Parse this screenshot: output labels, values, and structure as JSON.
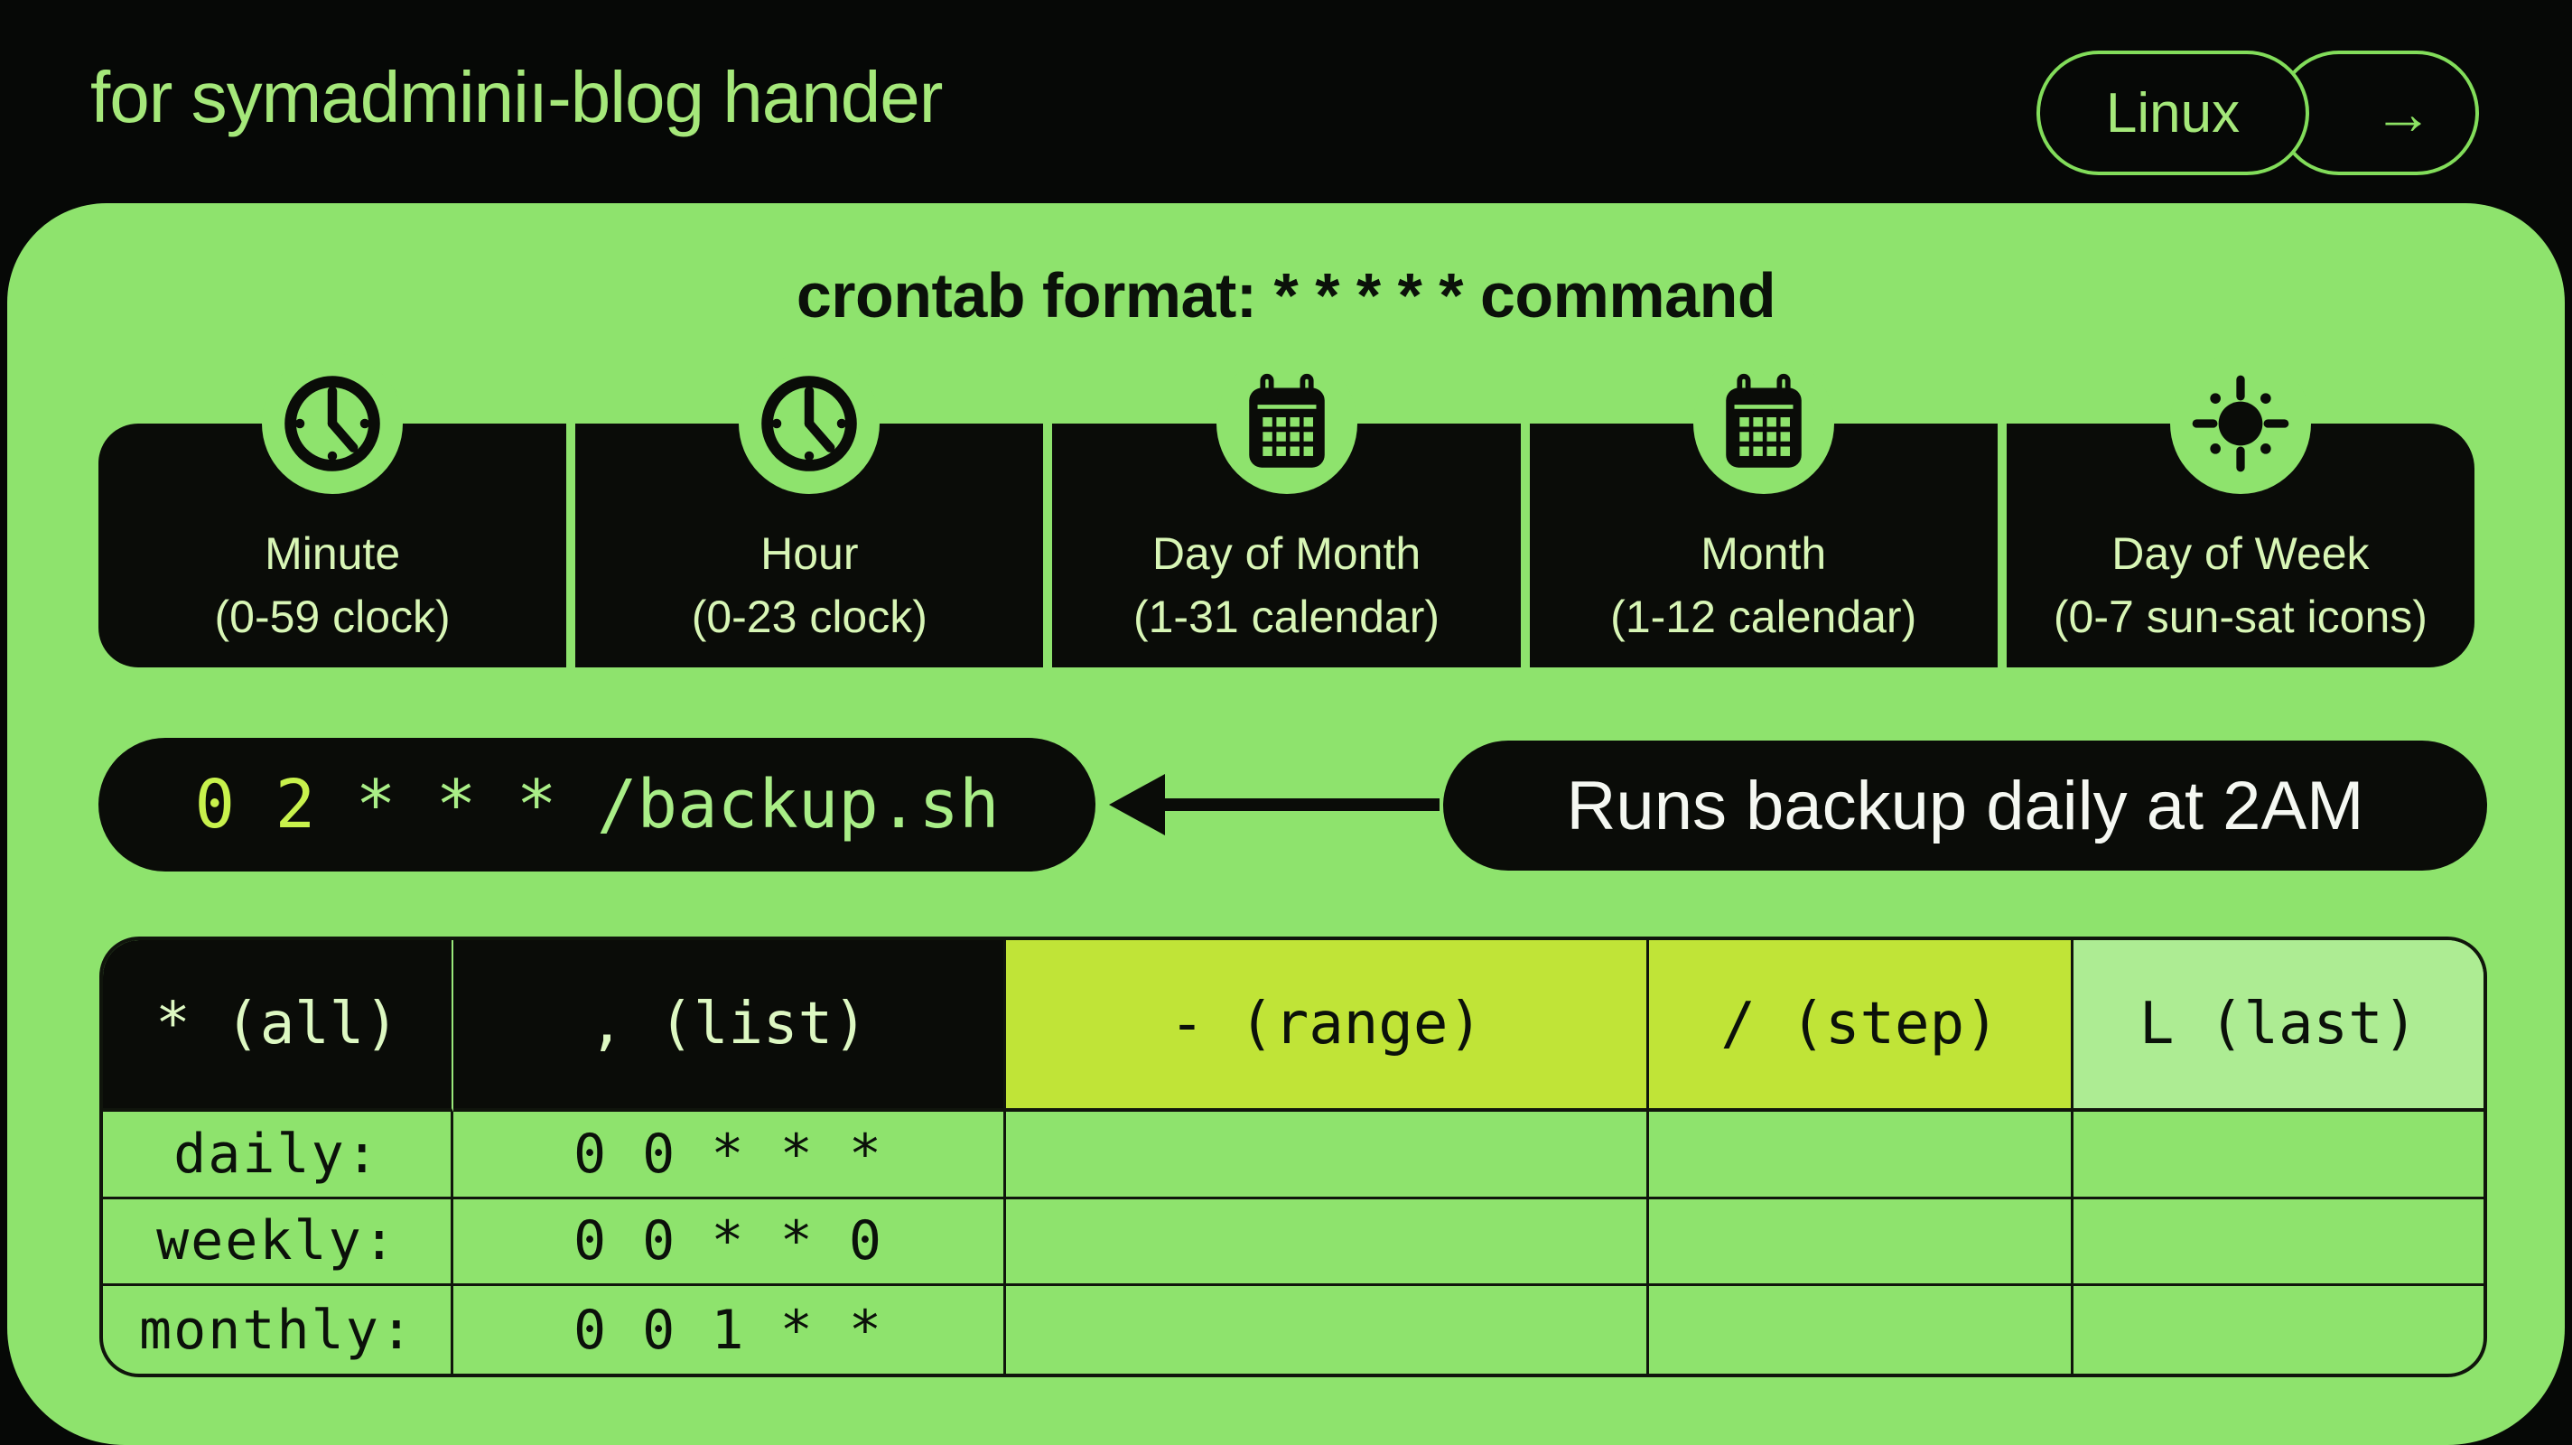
{
  "header": {
    "title": "for symadminiı-blog hander",
    "platform_label": "Linux",
    "arrow_label": "→"
  },
  "panel": {
    "title": "crontab format: * * * * * command"
  },
  "fields": [
    {
      "name": "Minute",
      "range": "(0-59 clock)",
      "icon": "clock-icon"
    },
    {
      "name": "Hour",
      "range": "(0-23 clock)",
      "icon": "clock-icon"
    },
    {
      "name": "Day of Month",
      "range": "(1-31 calendar)",
      "icon": "calendar-icon"
    },
    {
      "name": "Month",
      "range": "(1-12 calendar)",
      "icon": "calendar-icon"
    },
    {
      "name": "Day of Week",
      "range": "(0-7 sun-sat icons)",
      "icon": "sun-icon"
    }
  ],
  "example": {
    "cron_numbers": "0 2 ",
    "cron_rest": "* * * /backup.sh",
    "annotation": "Runs backup daily at 2AM"
  },
  "syntax_table": {
    "headers": [
      {
        "label": "* (all)"
      },
      {
        "label": ", (list)"
      },
      {
        "label": "- (range)"
      },
      {
        "label": "/ (step)"
      },
      {
        "label": "L (last)"
      }
    ],
    "rows": [
      {
        "label": "daily:",
        "value": "0 0 * * *"
      },
      {
        "label": "weekly:",
        "value": "0 0 * * 0"
      },
      {
        "label": "monthly:",
        "value": "0 0 1 * *"
      }
    ]
  },
  "colors": {
    "background": "#060806",
    "panel_green": "#8ee36d",
    "box_black": "#0a0c08",
    "accent_text": "#a5e87a",
    "outline_green": "#82dd5a",
    "bright_cell": "#c0e437",
    "last_cell": "#adec93",
    "code_number": "#c8f24c",
    "code_text": "#a9ee87",
    "callout_text": "#f5f8f2"
  }
}
